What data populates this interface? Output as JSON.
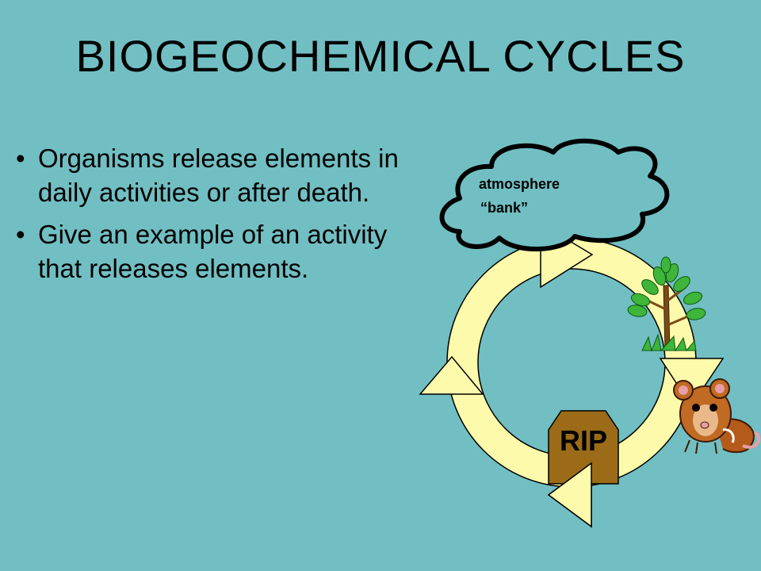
{
  "slide": {
    "title": "BIOGEOCHEMICAL  CYCLES",
    "bullets": [
      "Organisms release elements in daily activities or after death.",
      "Give an example of an activity that releases elements."
    ]
  },
  "diagram": {
    "cloud_line1": "atmosphere",
    "cloud_line2": "“bank”",
    "tombstone_text": "RIP",
    "colors": {
      "background": "#71bfc3",
      "cycle_ring": "#fdfbab",
      "tombstone": "#9b6b17",
      "tree_leaf": "#3fb53a",
      "tree_trunk": "#7a4a17",
      "mouse_body": "#b45a1a"
    },
    "icons": [
      "cloud-icon",
      "tree-icon",
      "mouse-icon",
      "tombstone-icon",
      "cycle-arrow-icon"
    ]
  }
}
